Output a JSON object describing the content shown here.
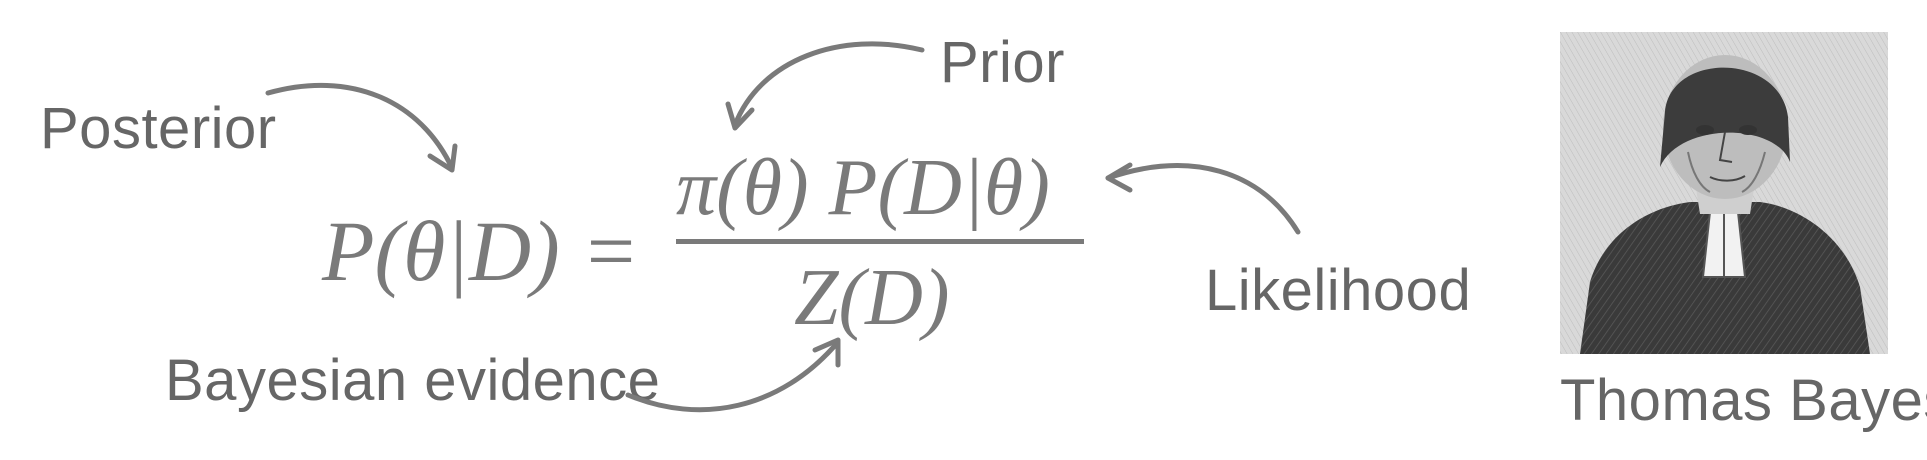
{
  "labels": {
    "posterior": "Posterior",
    "prior": "Prior",
    "likelihood": "Likelihood",
    "evidence": "Bayesian evidence",
    "portrait_caption": "Thomas Bayes"
  },
  "equation": {
    "lhs": "P(θ|D) =",
    "numerator": "π(θ)  P(D|θ)",
    "denominator": "Z(D)"
  },
  "colors": {
    "text": "#666666",
    "math": "#7a7a7a",
    "arrow": "#7a7a7a"
  },
  "icons": {
    "arrows": [
      "posterior-arrow-icon",
      "prior-arrow-icon",
      "likelihood-arrow-icon",
      "evidence-arrow-icon"
    ],
    "portrait": "thomas-bayes-portrait"
  }
}
